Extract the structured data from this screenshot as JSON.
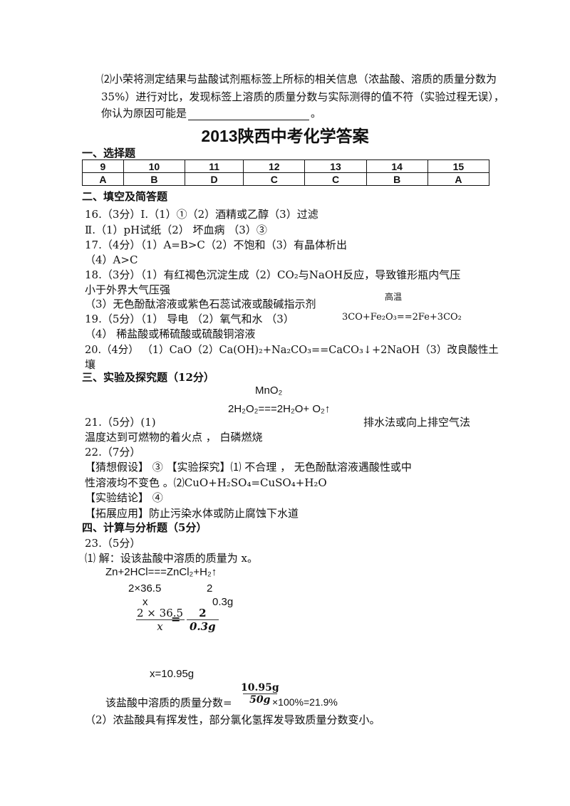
{
  "intro": {
    "l1": "⑵小荣将测定结果与盐酸试剂瓶标签上所标的相关信息（浓盐酸、溶质的质量分数为",
    "l2": "35%）进行对比，发现标签上溶质的质量分数与实际测得的值不符（实验过程无误），",
    "l3a": "你认为原因可能是",
    "l3b": "。"
  },
  "title": "2013陕西中考化学答案",
  "sec1": "一、选择题",
  "table": {
    "numbers": [
      "9",
      "10",
      "11",
      "12",
      "13",
      "14",
      "15"
    ],
    "answers": [
      "A",
      "B",
      "D",
      "C",
      "C",
      "B",
      "A"
    ]
  },
  "sec2": "二、填空及简答题",
  "lines": {
    "q16a": "16.（3分）Ⅰ.（1）①（2）酒精或乙醇（3）过滤",
    "q16b": "Ⅱ.（1）pH试纸（2）  坏血病  （3）③",
    "q17a": "17.（4分）（1）A=B>C（2）不饱和（3）有晶体析出",
    "q17b": "（4）A>C",
    "q18a": "18.（3分）（1）有红褐色沉淀生成（2）CO₂与NaOH反应，导致锥形瓶内气压",
    "q18b": "小于外界大气压强",
    "q18c": "（3）无色酚酞溶液或紫色石蕊试液或酸碱指示剂",
    "gaowen": "高温",
    "q19a": "19.（5分）（1）   导电    （2）氧气和水  （3）",
    "q19eq": "3CO+Fe₂O₃==2Fe+3CO₂",
    "q19b": "（4）  稀盐酸或稀硫酸或硫酸铜溶液",
    "q20a": "20.（4分）    （1）CaO（2）Ca(OH)₂+Na₂CO₃==CaCO₃↓+2NaOH（3）改良酸性土",
    "q20b": "壤"
  },
  "sec3": "三、实验及探究题（12分）",
  "exp": {
    "mno2": "MnO₂",
    "eq": "2H₂O₂===2H₂O+ O₂↑",
    "q21": "21.（5分）(1)",
    "q21r": "排水法或向上排空气法",
    "q21b": "温度达到可燃物的着火点   ，   白磷燃烧",
    "q22": "22.（7分）",
    "q22a": "【猜想假设】   ③     【实验探究】⑴  不合理 ，  无色酚酞溶液遇酸性或中",
    "q22b": "性溶液均不变色  。⑵CuO+H₂SO₄=CuSO₄+H₂O",
    "q22c": "【实验结论】   ④",
    "q22d": "【拓展应用】防止污染水体或防止腐蚀下水道"
  },
  "sec4": "四、计算与分析题（5分）",
  "calc": {
    "q23": "23.（5分）",
    "s1": "⑴   解：设该盐酸中溶质的质量为 x。",
    "eq": "Zn+2HCl===ZnCl₂+H₂↑",
    "m1": "2×36.5",
    "m2": "2",
    "v1": "x",
    "v2": "0.3g",
    "f1num": "2 × 36.5",
    "f1den": "x",
    "f2num": "2",
    "f2den": "0.3g",
    "result": "x=10.95g",
    "pct_label": "该盐酸中溶质的质量分数=",
    "pct_num": "10.95g",
    "pct_den": "50g",
    "pct_tail": "×100%=21.9%",
    "s2": "（2）浓盐酸具有挥发性，部分氯化氢挥发导致质量分数变小。"
  }
}
